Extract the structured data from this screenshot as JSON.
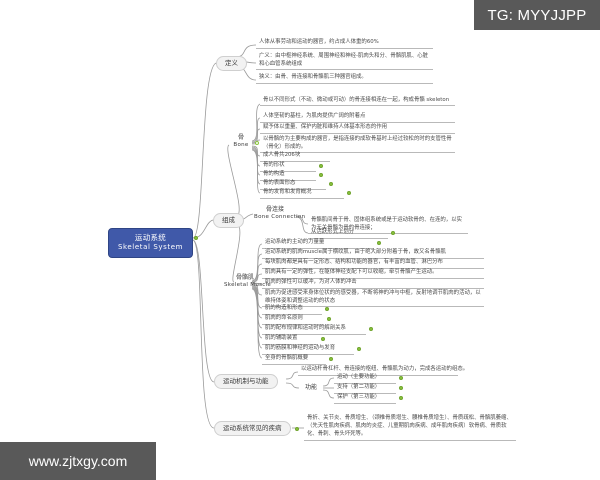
{
  "meta": {
    "watermark_top_right": "TG: MYYJJPP",
    "watermark_bottom_left": "www.zjtxgy.com",
    "accent_root_color": "#4059a9",
    "accent_dot_color": "#8cc63f",
    "background_color": "#ffffff"
  },
  "root": {
    "zh": "运动系统",
    "en": "Skeletal System"
  },
  "branches": [
    {
      "id": "definition",
      "label": "定义",
      "leaves": [
        "人体从事劳动和运动的器官，约占成人体重的60%",
        "广义：由中枢神经系统、周围神经和神经-肌肉头和分、骨骼肌肌、心脏和心血管系统组成",
        "狭义：由骨、骨连接和骨骼肌三种器官组成。"
      ]
    },
    {
      "id": "composition",
      "label": "组成",
      "children": [
        {
          "id": "bone",
          "zh": "骨",
          "en": "Bone",
          "leaves": [
            "骨以不同形式（不动、微动或可动）的骨连接相连在一起，构成骨骼 skeleton",
            "人体坚韧的基柱，为肌肉提供广阔的附着点",
            "赋予体以重量、保护内脏和维持人体基本形态的作用",
            "以骨骼的为主要构成的器官，是指连接的成软骨基时上经过较松的时的支管性骨（骨化）形成的。",
            "成人骨共206块",
            "骨的形状",
            "骨的构造",
            "骨的表面形态",
            "骨的发育和发育概况"
          ]
        },
        {
          "id": "bone-connection",
          "zh": "骨连接",
          "en": "Bone Connection",
          "leaves": [
            "骨骼肌间骨于骨、固体组系统或是于运动软骨的、在连的，以实为无关骨骼为骨的骨连接；",
            "从活跃形式上划分"
          ]
        },
        {
          "id": "skeletal-muscle",
          "zh": "骨骼肌",
          "en": "Skeletal Muscle",
          "leaves": [
            "运动系统的主动的力量量",
            "运动系统的肌肉muscle属于横纹肌，由于绝大部分附着于骨，故又名骨骼肌",
            "每块肌肉都是具有一定形态、结构和功能的器官，有丰富的血管、淋巴分布",
            "肌肉具有一定的弹性，在躯体神经支配下可以收缩，牵引骨骼产生运动。",
            "肌肉的弹性可以缓冲，为对人体的冲击",
            "肌肉为促进感受来身体位状的的感受器，不断将神的冲与中枢，反射地调节肌肉的活动，以维持体姿和调整运动的的状态",
            "肌的构造和形态",
            "肌肉的命名原则",
            "肌的配布规律和运动时的解剖关系",
            "肌的辅助装置",
            "肌的筋膜和神经的运动与发育",
            "全身的骨骼肌概要"
          ]
        }
      ]
    },
    {
      "id": "mechanism",
      "label": "运动机制与功能",
      "leaves": [
        "以运动杆骨杠杆、骨连接的枢纽、骨骼肌为动力，完成各运动的组态。"
      ],
      "children": [
        {
          "id": "function",
          "label": "功能",
          "leaves": [
            "运动（主要功能）",
            "支持（第二功能）",
            "保护（第三功能）"
          ]
        }
      ]
    },
    {
      "id": "diseases",
      "label": "运动系统常见的疾病",
      "leaves": [
        "骨折、关节炎、骨质增生、（颈椎骨质增生、腰椎骨质增生）、骨质疏松、骨骼肌萎缩、（先天性肌肉疾病、肌肉的炎症、儿童期肌肉疾病、成年肌肉疾病）软骨病、骨质软化、骨刺、骨头坏死等。"
      ]
    }
  ]
}
